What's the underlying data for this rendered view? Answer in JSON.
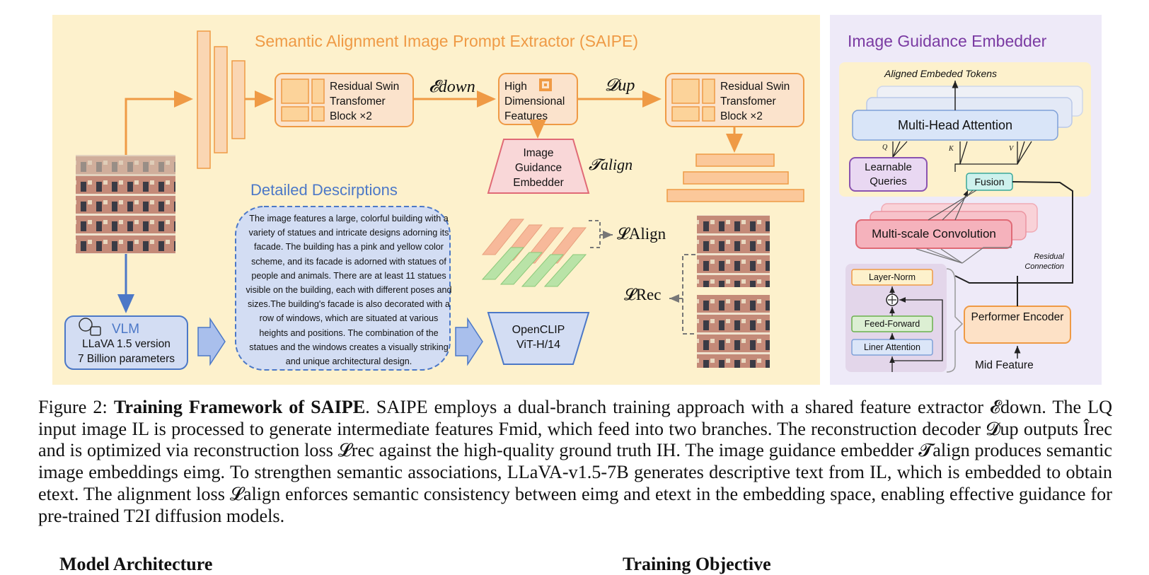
{
  "figure": {
    "saipe_panel": {
      "title": "Semantic Alignment Image Prompt Extractor (SAIPE)",
      "block_left": "Residual Swin Transfomer Block ×2",
      "block_right": "Residual Swin Transfomer Block ×2",
      "encoder_symbol": "𝓔down",
      "decoder_symbol": "𝓓up",
      "high_dim": "High Dimensional Features",
      "embedder": "Image Guidance Embedder",
      "embedder_symbol": "𝓣align",
      "detailed_title": "Detailed Descirptions",
      "description": "The image features a large, colorful building with a variety of statues and intricate designs adorning its facade. The building has a pink and yellow color scheme, and its facade is adorned with statues of people and animals. There are at least 11 statues visible on the building, each with different poses and sizes.The building's facade is also decorated with a row of windows, which are situated at various heights and positions. The combination of the statues and the windows creates a visually striking and unique architectural design.",
      "vlm_title": "VLM",
      "vlm_line1": "LLaVA 1.5 version",
      "vlm_line2": "7 Billion parameters",
      "openclip_line1": "OpenCLIP",
      "openclip_line2": "ViT-H/14",
      "loss_align": "𝓛Align",
      "loss_rec": "𝓛Rec"
    },
    "igb_panel": {
      "title": "Image Guidance Embedder",
      "tokens": "Aligned Embeded Tokens",
      "mha": "Multi-Head Attention",
      "q": "Q",
      "k": "K",
      "v": "V",
      "queries": "Learnable Queries",
      "fusion": "Fusion",
      "msconv": "Multi-scale Convolution",
      "residual": "Residual Connection",
      "layernorm": "Layer-Norm",
      "feedforward": "Feed-Forward",
      "linattn": "Liner Attention",
      "performer": "Performer Encoder",
      "midfeature": "Mid Feature"
    }
  },
  "caption": {
    "fig_label": "Figure 2:",
    "bold_title": "Training Framework of SAIPE",
    "body": "SAIPE employs a dual-branch training approach with a shared feature extractor 𝓔down. The LQ input image IL is processed to generate intermediate features Fmid, which feed into two branches. The reconstruction decoder 𝓓up outputs Îrec and is optimized via reconstruction loss 𝓛rec against the high-quality ground truth IH. The image guidance embedder 𝓣align produces semantic image embeddings eimg. To strengthen semantic associations, LLaVA-v1.5-7B generates descriptive text from IL, which is embedded to obtain etext. The alignment loss 𝓛align enforces semantic consistency between eimg and etext in the embedding space, enabling effective guidance for pre-trained T2I diffusion models."
  },
  "following_text": {
    "left": "Model Architecture",
    "right": "Training Objective"
  },
  "colors": {
    "saipe_bg": "#fdf1cc",
    "igb_bg": "#eeeaf8",
    "orange": "#ef9a45",
    "blue": "#4c78c7",
    "purple": "#7a3aa2"
  }
}
